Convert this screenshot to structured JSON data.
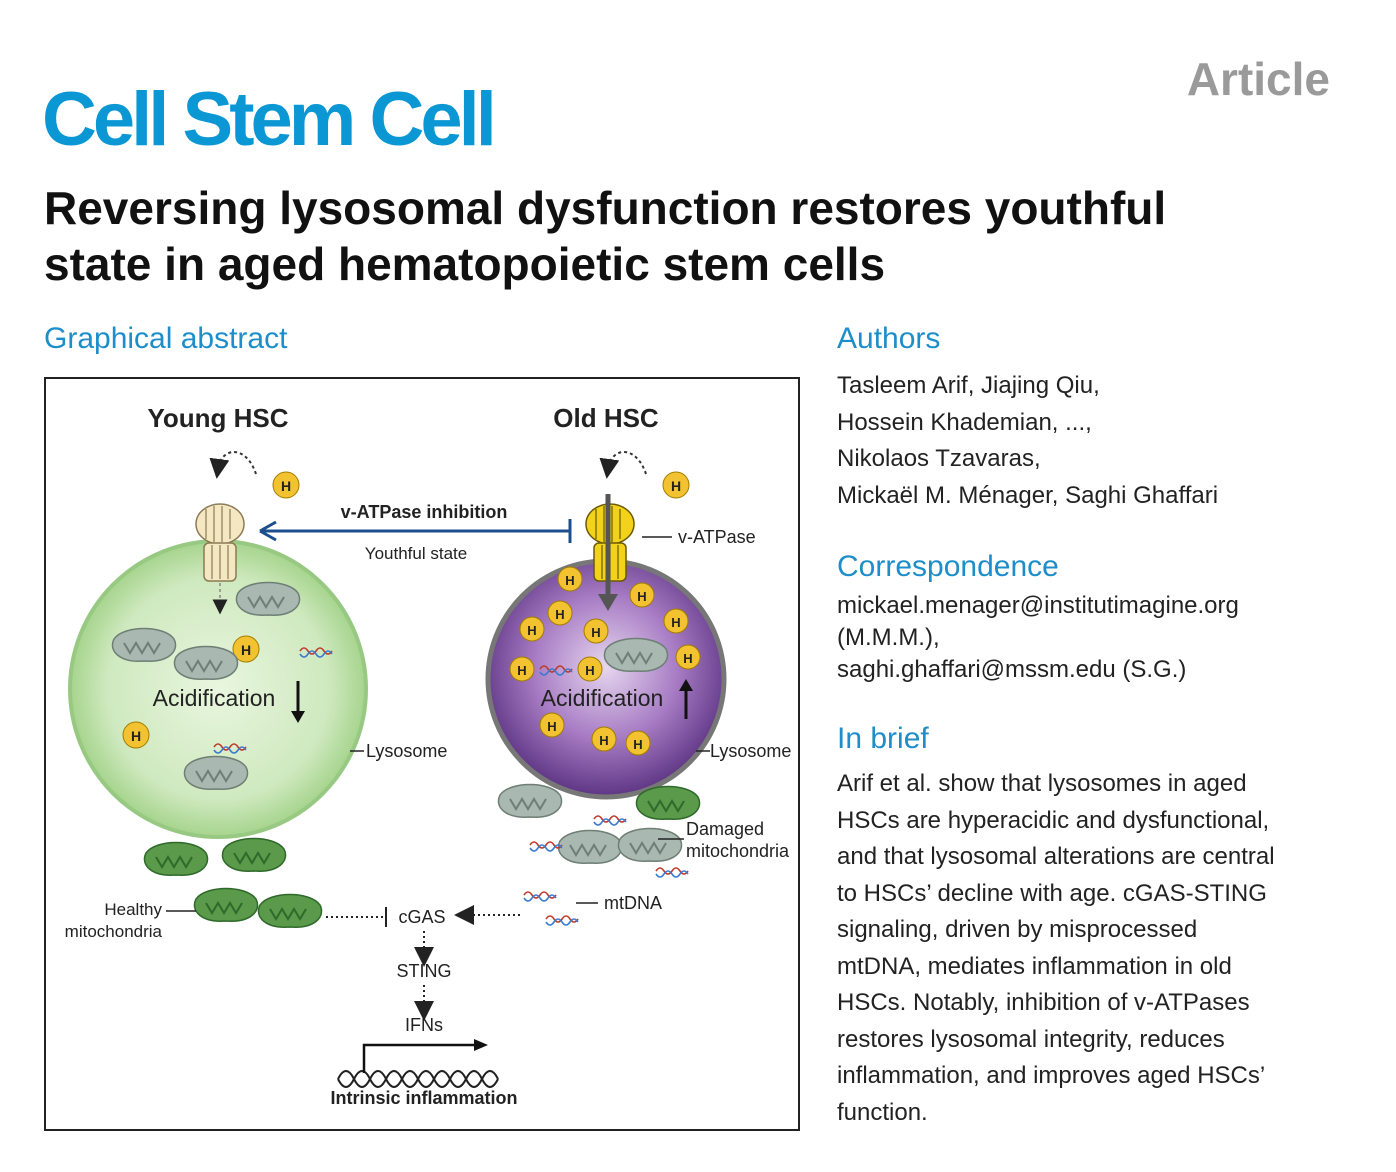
{
  "header": {
    "journal": "Cell Stem Cell",
    "article_type": "Article",
    "title_lines": [
      "Reversing lysosomal dysfunction restores youthful",
      "state in aged hematopoietic stem cells"
    ]
  },
  "graphical_abstract": {
    "heading": "Graphical abstract",
    "young_title": "Young HSC",
    "old_title": "Old HSC",
    "inhibition_label": "v-ATPase inhibition",
    "youthful_label": "Youthful state",
    "vatpase_label": "v-ATPase",
    "acidification_label": "Acidification",
    "lysosome_label": "Lysosome",
    "proton_label": "H",
    "damaged_label_1": "Damaged",
    "damaged_label_2": "mitochondria",
    "mtdna_label": "mtDNA",
    "healthy_label_1": "Healthy",
    "healthy_label_2": "mitochondria",
    "cgas_label": "cGAS",
    "sting_label": "STING",
    "ifns_label": "IFNs",
    "inflammation_label": "Intrinsic inflammation",
    "colors": {
      "young_title": "#1c4f8c",
      "old_title": "#1c4f8c",
      "young_lysosome": "#cfe9bf",
      "old_lysosome": "#8e5bb0",
      "mito_green": "#5a9a4a",
      "proton": "#f2c230"
    }
  },
  "authors": {
    "heading": "Authors",
    "lines": [
      "Tasleem Arif, Jiajing Qiu,",
      "Hossein Khademian, ...,",
      "Nikolaos Tzavaras,",
      "Mickaël M. Ménager, Saghi Ghaffari"
    ]
  },
  "correspondence": {
    "heading": "Correspondence",
    "lines": [
      "mickael.menager@institutimagine.org",
      "(M.M.M.),",
      "saghi.ghaffari@mssm.edu (S.G.)"
    ]
  },
  "in_brief": {
    "heading": "In brief",
    "lines": [
      "Arif et al. show that lysosomes in aged",
      "HSCs are hyperacidic and dysfunctional,",
      "and that lysosomal alterations are central",
      "to HSCs’ decline with age. cGAS-STING",
      "signaling, driven by misprocessed",
      "mtDNA, mediates inflammation in old",
      "HSCs. Notably, inhibition of v-ATPases",
      "restores lysosomal integrity, reduces",
      "inflammation, and improves aged HSCs’",
      "function."
    ]
  }
}
